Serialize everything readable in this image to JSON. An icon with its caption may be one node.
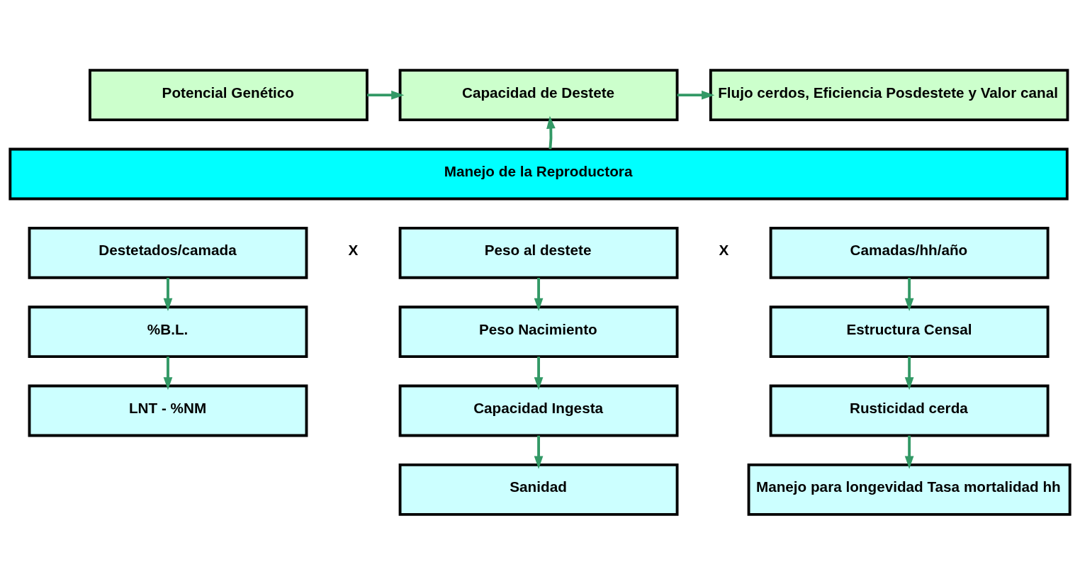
{
  "diagram": {
    "nodes": [
      {
        "text": [
          "Potencial Genético"
        ]
      },
      {
        "text": [
          "Capacidad de Destete"
        ]
      },
      {
        "text": [
          "Flujo cerdos, Eficiencia Posdestete y Valor canal"
        ]
      },
      {
        "text": [
          "Manejo de la Reproductora"
        ]
      },
      {
        "text": [
          "Destetados/camada"
        ]
      },
      {
        "text": [
          "Peso al destete"
        ]
      },
      {
        "text": [
          "Camadas/hh/año"
        ]
      },
      {
        "text": [
          "%B.L."
        ]
      },
      {
        "text": [
          "Peso Nacimiento"
        ]
      },
      {
        "text": [
          "Estructura Censal"
        ]
      },
      {
        "text": [
          "LNT - %NM"
        ]
      },
      {
        "text": [
          "Capacidad Ingesta"
        ]
      },
      {
        "text": [
          "Rusticidad cerda"
        ]
      },
      {
        "text": [
          "Sanidad"
        ]
      },
      {
        "text": [
          "Manejo para longevidad Tasa mortalidad hh"
        ]
      }
    ],
    "edges": [
      {
        "from": 0,
        "to": 1,
        "arrow": "to"
      },
      {
        "from": 1,
        "to": 2,
        "arrow": "to"
      },
      {
        "from": 3,
        "to": 1,
        "arrow": "to"
      },
      {
        "from": 4,
        "to": 7,
        "arrow": "to"
      },
      {
        "from": 7,
        "to": 10,
        "arrow": "to"
      },
      {
        "from": 5,
        "to": 8,
        "arrow": "to"
      },
      {
        "from": 8,
        "to": 11,
        "arrow": "to"
      },
      {
        "from": 11,
        "to": 13,
        "arrow": "to"
      },
      {
        "from": 6,
        "to": 9,
        "arrow": "to"
      },
      {
        "from": 9,
        "to": 12,
        "arrow": "to"
      },
      {
        "from": 12,
        "to": 14,
        "arrow": "to"
      }
    ],
    "labels": [
      "X",
      "X"
    ]
  }
}
